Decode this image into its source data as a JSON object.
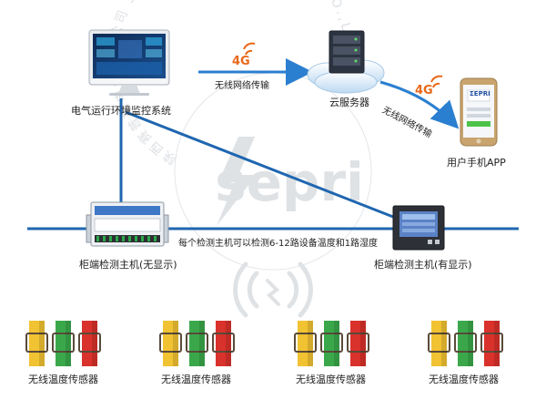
{
  "nodes": {
    "monitor_system": {
      "label": "电气运行环境监控系统"
    },
    "cloud_server": {
      "label": "云服务器"
    },
    "mobile_app": {
      "label": "用户手机APP",
      "phone_logo": "ΣEPRI"
    },
    "host_no_display": {
      "label": "柜端检测主机(无显示)"
    },
    "host_with_display": {
      "label": "柜端检测主机(有显示)"
    },
    "sensors": [
      {
        "label": "无线温度传感器"
      },
      {
        "label": "无线温度传感器"
      },
      {
        "label": "无线温度传感器"
      },
      {
        "label": "无线温度传感器"
      }
    ]
  },
  "links": {
    "wireless_1": {
      "badge": "4G",
      "label": "无线网络传输"
    },
    "wireless_2": {
      "badge": "4G",
      "label": "无线网络传输"
    },
    "bus_note": "每个检测主机可以检测6-12路设备温度和1路湿度"
  },
  "watermark": {
    "logo": "sepri",
    "ring_text": "陕西赛普瑞电气有限公司 SHAANXI SEPRI ELECTRIC CO.,LTD"
  },
  "colors": {
    "line": "#1f66b0",
    "arrow": "#2b7fd0",
    "badge": "#e8681a",
    "sensor_yellow": "#f1c232",
    "sensor_green": "#3aa84a",
    "sensor_red": "#d9312b"
  }
}
